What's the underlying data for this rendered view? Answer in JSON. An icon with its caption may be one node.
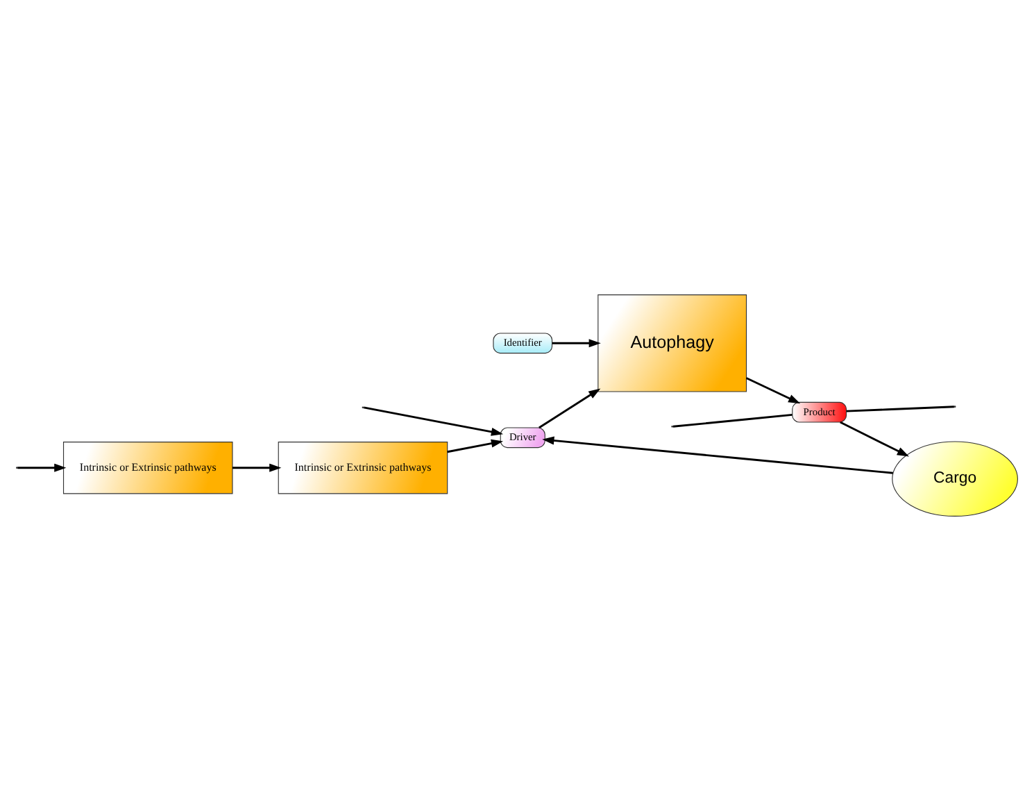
{
  "diagram": {
    "nodes": [
      {
        "text": [
          "Intrinsic or Extrinsic pathways"
        ]
      },
      {
        "text": [
          "Cargo"
        ]
      },
      {
        "text": [
          "Identifier"
        ]
      },
      {
        "text": [
          "Intrinsic or Extrinsic pathways"
        ]
      },
      {
        "text": [
          "Driver"
        ]
      },
      {
        "text": [
          "Autophagy"
        ]
      },
      {
        "text": [
          "Product"
        ]
      }
    ],
    "edges": [
      {
        "from": null,
        "to": 0,
        "arrow": "to"
      },
      {
        "from": 0,
        "to": 3,
        "arrow": "to"
      },
      {
        "from": 1,
        "to": 4,
        "arrow": "to"
      },
      {
        "from": 2,
        "to": 5,
        "arrow": "to"
      },
      {
        "from": 3,
        "to": 4,
        "arrow": "to"
      },
      {
        "from": 4,
        "to": 5,
        "arrow": "to"
      },
      {
        "from": 5,
        "to": 6,
        "arrow": "to"
      },
      {
        "from": 6,
        "to": null,
        "arrow": "none"
      },
      {
        "from": null,
        "to": 4,
        "arrow": "to"
      },
      {
        "from": 6,
        "to": 1,
        "arrow": "to"
      },
      {
        "from": null,
        "to": 6,
        "arrow": "none"
      }
    ]
  }
}
